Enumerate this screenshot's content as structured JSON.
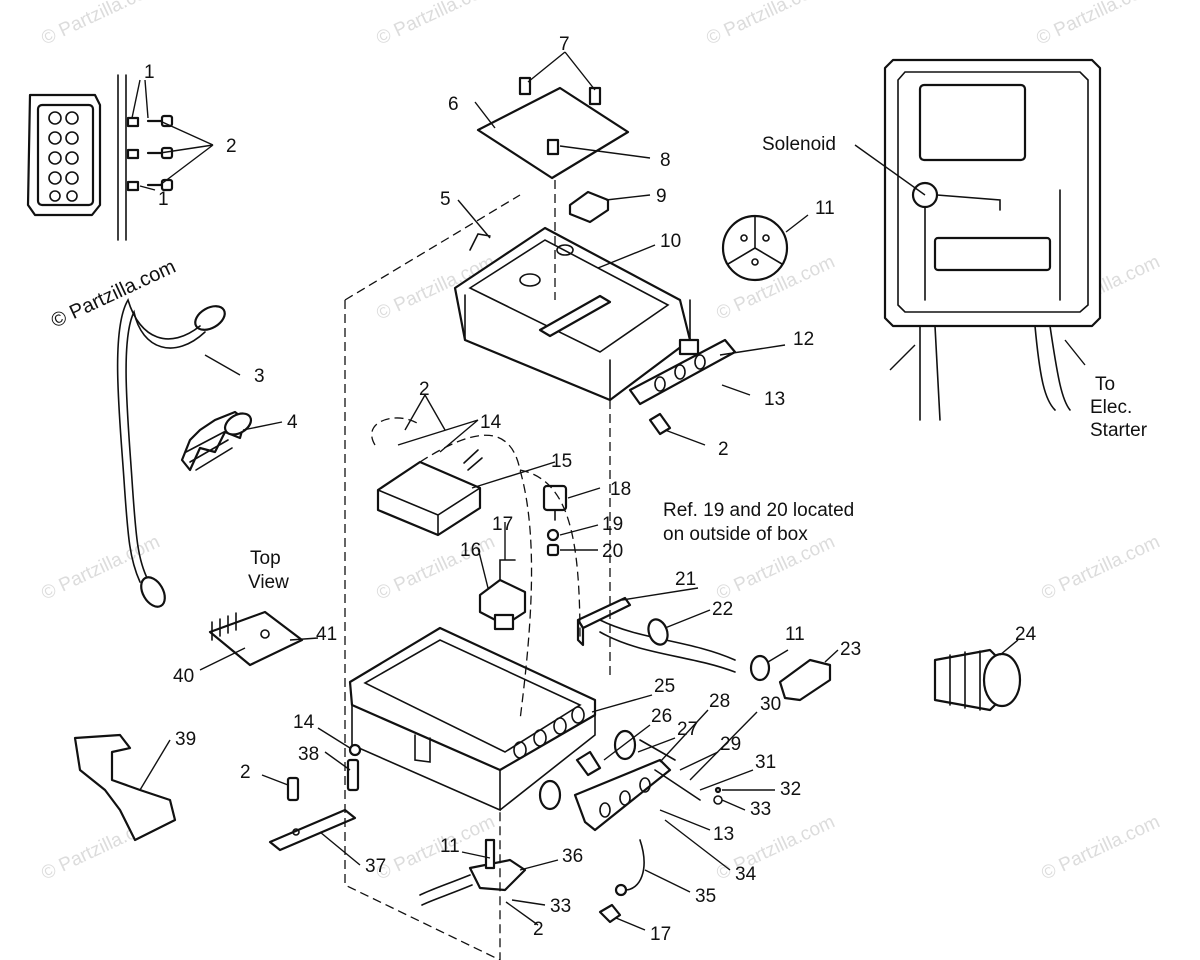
{
  "watermark": {
    "text": "© Partzilla.com",
    "color": "#dcdcdc"
  },
  "callouts": {
    "c1a": "1",
    "c1b": "1",
    "c2a": "2",
    "c2b": "2",
    "c2c": "2",
    "c2d": "2",
    "c2e": "2",
    "c3": "3",
    "c4": "4",
    "c5": "5",
    "c6": "6",
    "c7": "7",
    "c8": "8",
    "c9": "9",
    "c10": "10",
    "c11a": "11",
    "c11b": "11",
    "c11c": "11",
    "c12": "12",
    "c13a": "13",
    "c13b": "13",
    "c14a": "14",
    "c14b": "14",
    "c15": "15",
    "c16": "16",
    "c17a": "17",
    "c17b": "17",
    "c18": "18",
    "c19": "19",
    "c20": "20",
    "c21": "21",
    "c22": "22",
    "c23": "23",
    "c24": "24",
    "c25": "25",
    "c26": "26",
    "c27": "27",
    "c28": "28",
    "c29": "29",
    "c30": "30",
    "c31": "31",
    "c32": "32",
    "c33a": "33",
    "c33b": "33",
    "c34": "34",
    "c35": "35",
    "c36": "36",
    "c37": "37",
    "c38": "38",
    "c39": "39",
    "c40": "40",
    "c41": "41"
  },
  "notes": {
    "solenoid": "Solenoid",
    "to_line1": "To",
    "to_line2": "Elec.",
    "to_line3": "Starter",
    "ref_line1": "Ref. 19 and 20 located",
    "ref_line2": "on outside of box",
    "top_line1": "Top",
    "top_line2": "View"
  }
}
